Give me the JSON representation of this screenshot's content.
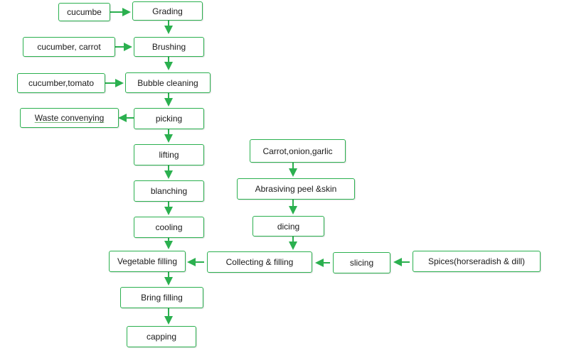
{
  "colors": {
    "box_border": "#2bb04f",
    "arrow": "#2bb04f",
    "text": "#1a1a1a"
  },
  "nodes": {
    "cucumbe": "cucumbe",
    "grading": "Grading",
    "cucumber_carrot": "cucumber, carrot",
    "brushing": "Brushing",
    "cucumber_tomato": "cucumber,tomato",
    "bubble_cleaning": "Bubble cleaning",
    "waste_conveying": "Waste convenying",
    "picking": "picking",
    "lifting": "lifting",
    "blanching": "blanching",
    "cooling": "cooling",
    "vegetable_filling": "Vegetable filling",
    "bring_filling": "Bring filling",
    "capping": "capping",
    "carrot_onion_garlic": "Carrot,onion,garlic",
    "abrasiving_peel_skin": "Abrasiving peel &skin",
    "dicing": "dicing",
    "collecting_filling": "Collecting & filling",
    "slicing": "slicing",
    "spices": "Spices(horseradish & dill)"
  }
}
